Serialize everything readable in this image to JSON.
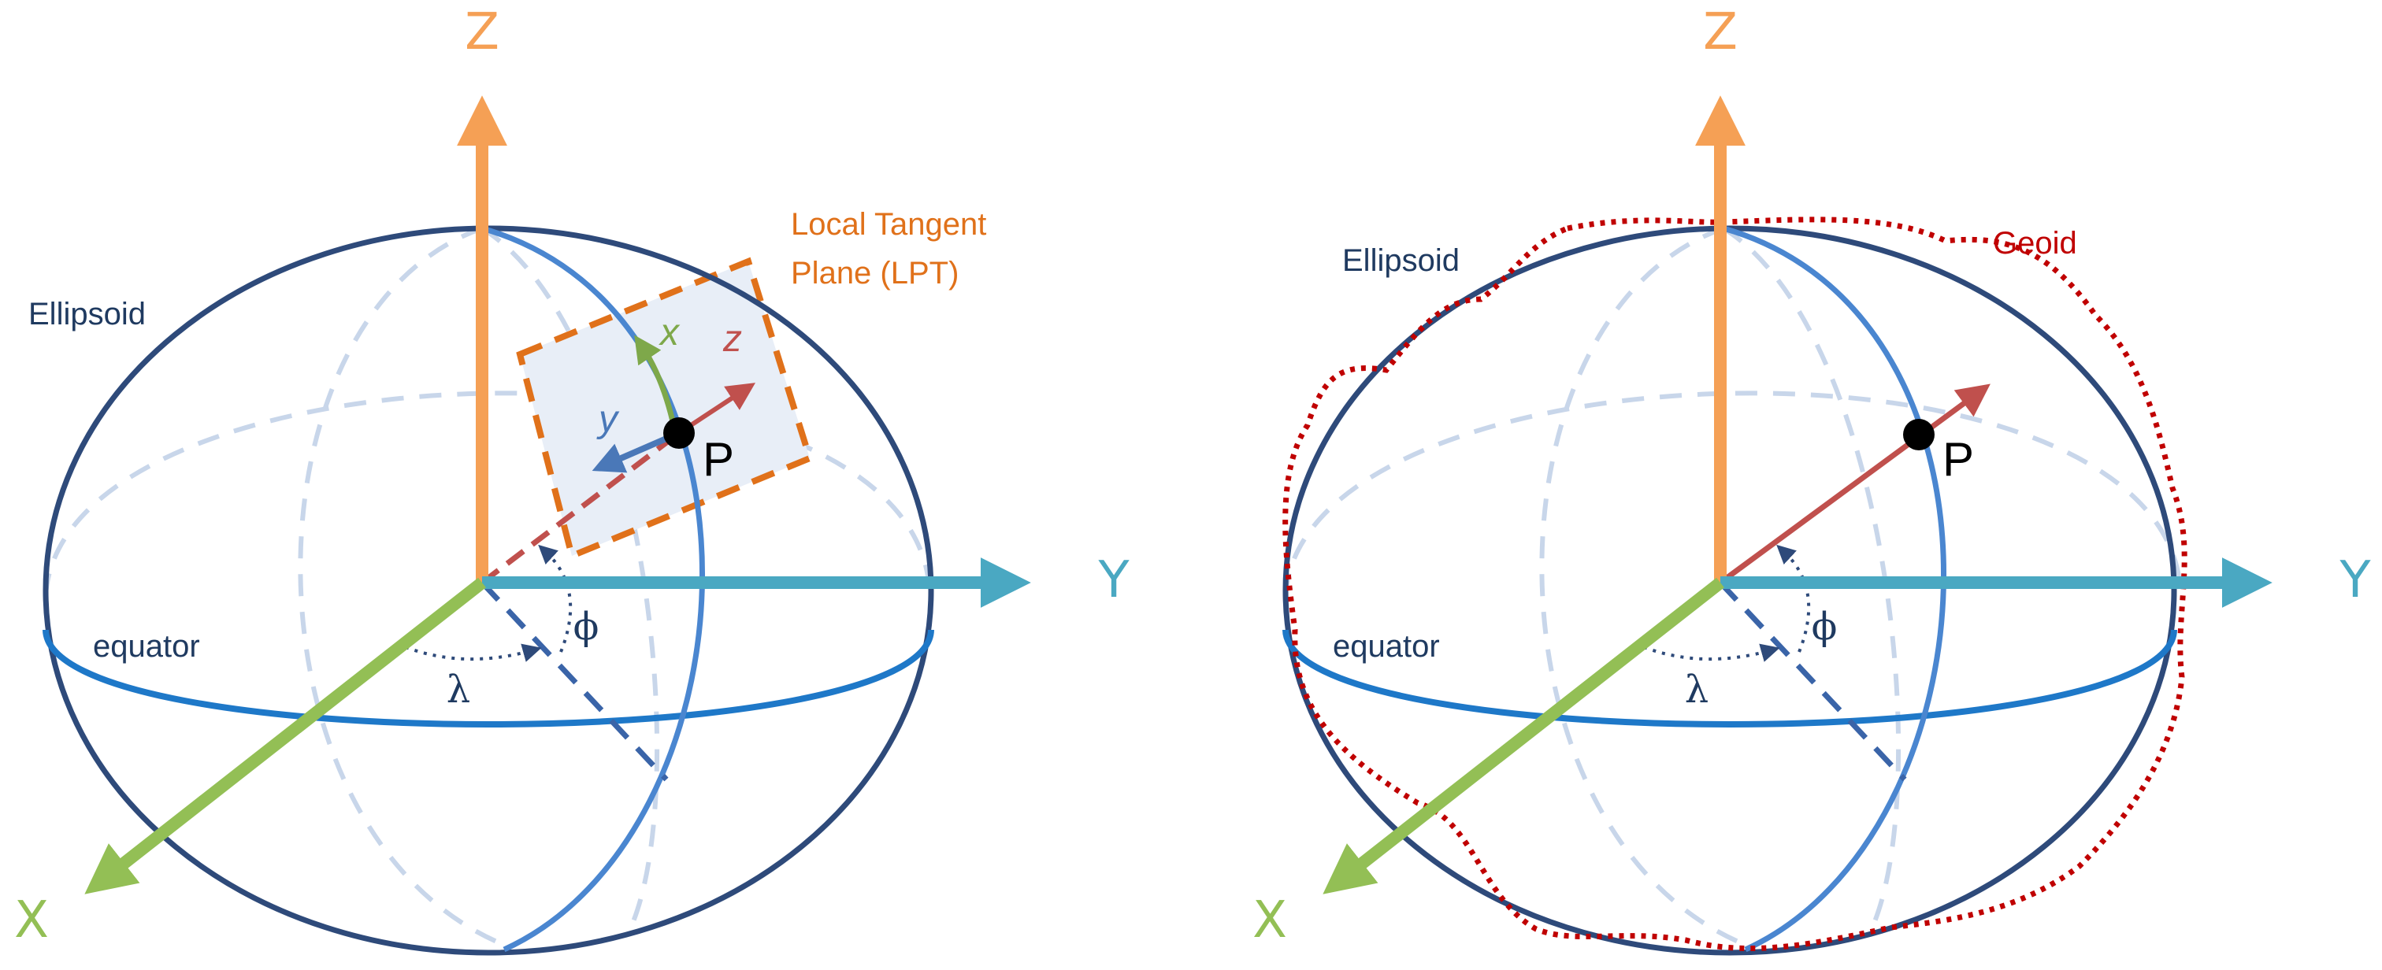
{
  "colors": {
    "ellipsoid_outline": "#2e4a7a",
    "meridian": "#4a86d0",
    "equator": "#1e78c8",
    "hidden_lines": "#c8d6ea",
    "z_axis": "#f5a055",
    "y_axis": "#4aa8c2",
    "x_axis": "#93bf55",
    "position_vector": "#c0504d",
    "lpt_border": "#e0711a",
    "lpt_fill": "#e8eef7",
    "geoid": "#c00000",
    "text_dark": "#1f3a60"
  },
  "left_panel": {
    "z_label": "Z",
    "y_label": "Y",
    "x_label": "X",
    "ellipsoid_label": "Ellipsoid",
    "equator_label": "equator",
    "lambda_label": "λ",
    "phi_label": "ϕ",
    "point_label": "P",
    "lpt_label_line1": "Local Tangent",
    "lpt_label_line2": "Plane (LPT)",
    "local_x_label": "x",
    "local_y_label": "y",
    "local_z_label": "z"
  },
  "right_panel": {
    "z_label": "Z",
    "y_label": "Y",
    "x_label": "X",
    "ellipsoid_label": "Ellipsoid",
    "geoid_label": "Geoid",
    "equator_label": "equator",
    "lambda_label": "λ",
    "phi_label": "ϕ",
    "point_label": "P"
  }
}
